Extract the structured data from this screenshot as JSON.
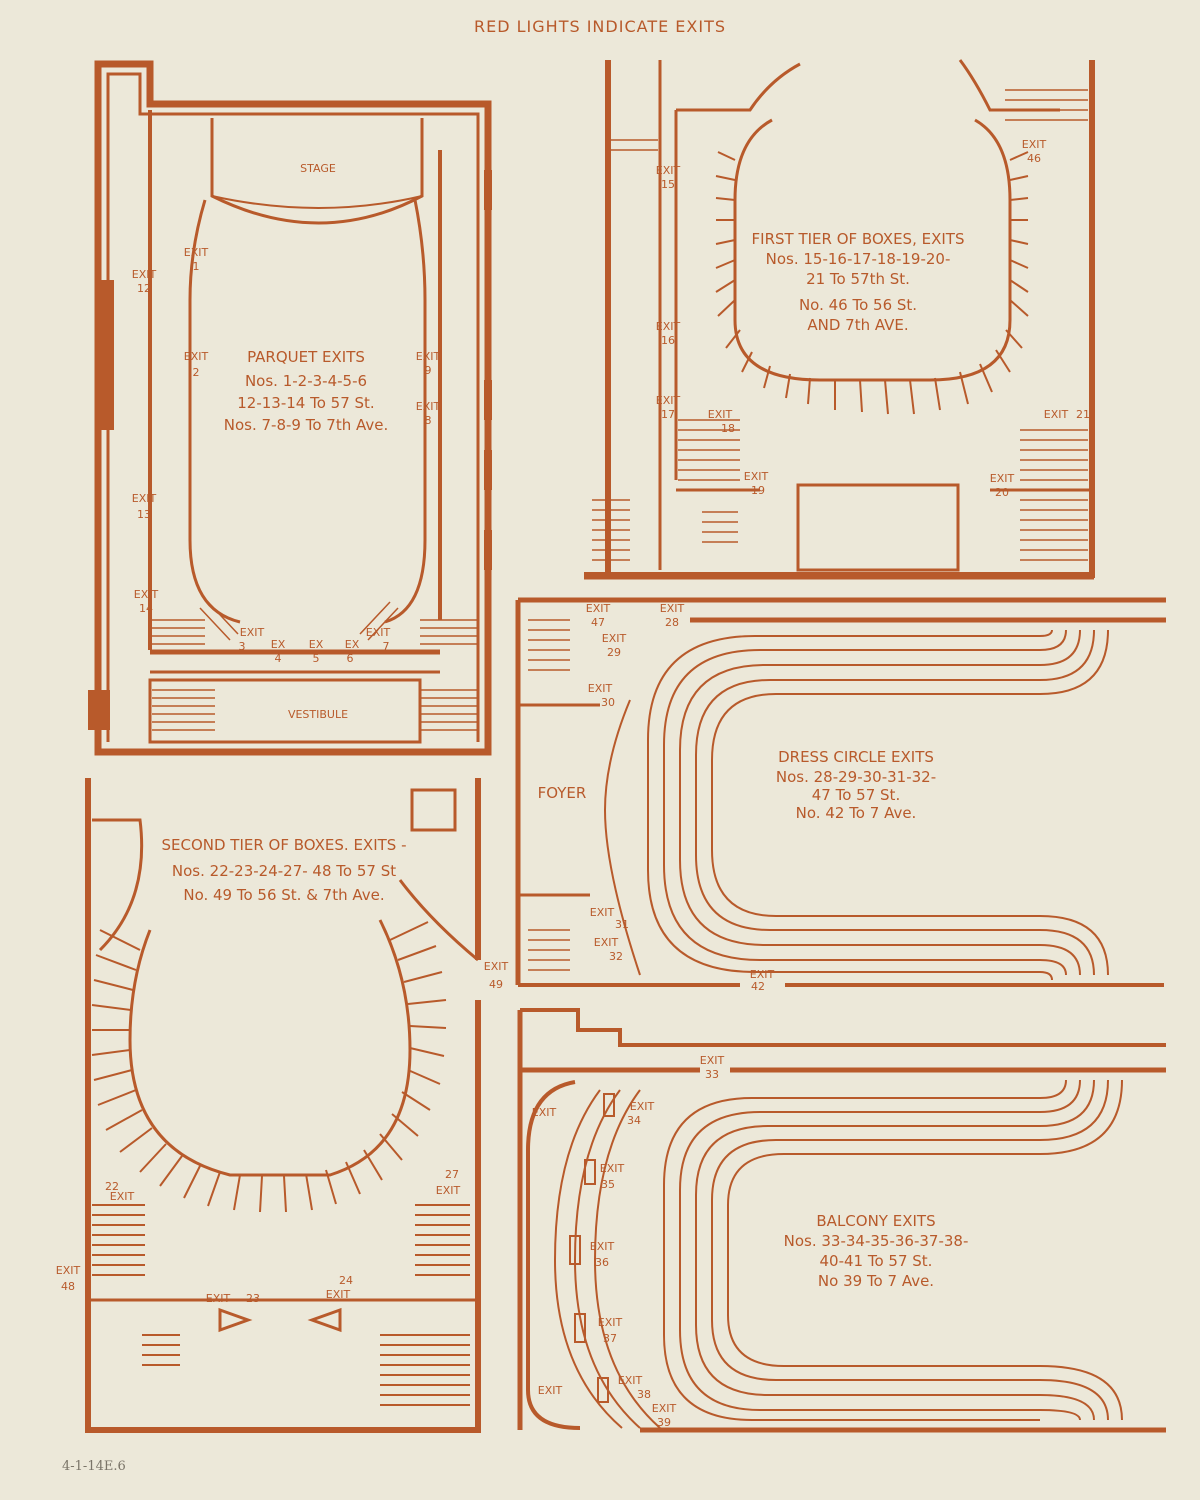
{
  "header": "RED LIGHTS INDICATE EXITS",
  "handwritten_note": "4-1-14E.6",
  "parquet": {
    "stage": "STAGE",
    "vestibule": "VESTIBULE",
    "title": "PARQUET EXITS",
    "lines": [
      "Nos. 1-2-3-4-5-6",
      "12-13-14 To 57 St.",
      "Nos. 7-8-9 To 7th Ave."
    ],
    "exits": [
      {
        "w": "EXIT",
        "n": "1"
      },
      {
        "w": "EXIT",
        "n": "2"
      },
      {
        "w": "EXIT",
        "n": "12"
      },
      {
        "w": "EXIT",
        "n": "13"
      },
      {
        "w": "EXIT",
        "n": "14"
      },
      {
        "w": "EXIT",
        "n": "9"
      },
      {
        "w": "EXIT",
        "n": "8"
      },
      {
        "w": "EXIT",
        "n": "3"
      },
      {
        "w": "EX",
        "n": "4"
      },
      {
        "w": "EX",
        "n": "5"
      },
      {
        "w": "EX",
        "n": "6"
      },
      {
        "w": "EXIT",
        "n": "7"
      }
    ]
  },
  "first_tier": {
    "lines": [
      "FIRST TIER OF BOXES, EXITS",
      "Nos. 15-16-17-18-19-20-",
      "21 To 57th St.",
      "No. 46 To 56 St.",
      "AND 7th AVE."
    ],
    "exits": [
      {
        "w": "EXIT",
        "n": "15"
      },
      {
        "w": "EXIT",
        "n": "16"
      },
      {
        "w": "EXIT",
        "n": "17"
      },
      {
        "w": "EXIT",
        "n": "18"
      },
      {
        "w": "EXIT",
        "n": "19"
      },
      {
        "w": "EXIT",
        "n": "20"
      },
      {
        "w": "EXIT",
        "n": "21"
      },
      {
        "w": "EXIT",
        "n": "46"
      }
    ]
  },
  "dress_circle": {
    "foyer": "FOYER",
    "title": "DRESS CIRCLE EXITS",
    "lines": [
      "Nos. 28-29-30-31-32-",
      "47 To 57 St.",
      "No. 42 To 7 Ave."
    ],
    "exits": [
      {
        "w": "EXIT",
        "n": "47"
      },
      {
        "w": "EXIT",
        "n": "28"
      },
      {
        "w": "EXIT",
        "n": "29"
      },
      {
        "w": "EXIT",
        "n": "30"
      },
      {
        "w": "EXIT",
        "n": "31"
      },
      {
        "w": "EXIT",
        "n": "32"
      },
      {
        "w": "EXIT",
        "n": "42"
      }
    ]
  },
  "second_tier": {
    "lines": [
      "SECOND TIER OF BOXES. EXITS -",
      "Nos. 22-23-24-27- 48 To 57 St",
      "No. 49 To 56 St. & 7th Ave."
    ],
    "exits": [
      {
        "w": "EXIT",
        "n": "49"
      },
      {
        "w": "EXIT",
        "n": "22"
      },
      {
        "w": "EXIT",
        "n": "27"
      },
      {
        "w": "EXIT",
        "n": "48"
      },
      {
        "w": "EXIT",
        "n": "23"
      },
      {
        "w": "EXIT",
        "n": "24"
      }
    ]
  },
  "balcony": {
    "title": "BALCONY EXITS",
    "lines": [
      "Nos. 33-34-35-36-37-38-",
      "40-41 To 57 St.",
      "No 39 To 7 Ave."
    ],
    "exits": [
      {
        "w": "EXIT",
        "n": "33"
      },
      {
        "w": "EXIT",
        "n": "34"
      },
      {
        "w": "EXIT",
        "n": "35"
      },
      {
        "w": "EXIT",
        "n": "36"
      },
      {
        "w": "EXIT",
        "n": "37"
      },
      {
        "w": "EXIT",
        "n": "38"
      },
      {
        "w": "EXIT",
        "n": "39"
      },
      {
        "w": "EXIT",
        "n": ""
      },
      {
        "w": "EXIT",
        "n": ""
      }
    ]
  },
  "colors": {
    "ink": "#b85a2b",
    "paper": "#ece8d9"
  }
}
